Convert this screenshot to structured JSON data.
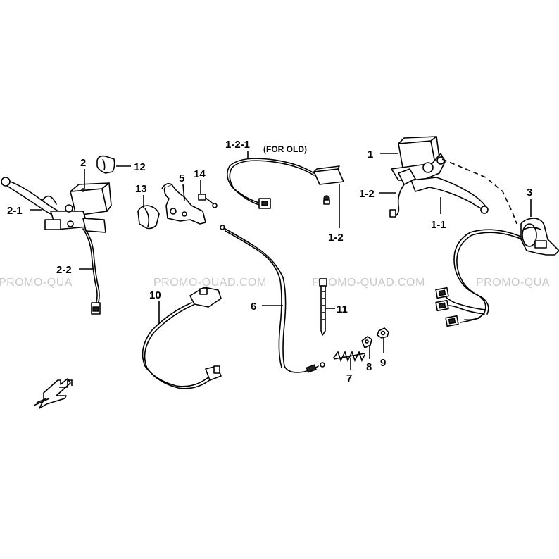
{
  "diagram": {
    "callouts": {
      "c1": "1",
      "c1_1": "1-1",
      "c1_2": "1-2",
      "c1_2_top": "1-2",
      "c1_2_1": "1-2-1",
      "c1_2_1_note": "(FOR OLD)",
      "c2": "2",
      "c2_1": "2-1",
      "c2_2": "2-2",
      "c3": "3",
      "c5": "5",
      "c6": "6",
      "c7": "7",
      "c8": "8",
      "c9": "9",
      "c10": "10",
      "c11": "11",
      "c12": "12",
      "c13": "13",
      "c14": "14"
    },
    "watermark": "PROMO-QUAD.COM",
    "watermark_partial": "PROMO-QUA"
  }
}
